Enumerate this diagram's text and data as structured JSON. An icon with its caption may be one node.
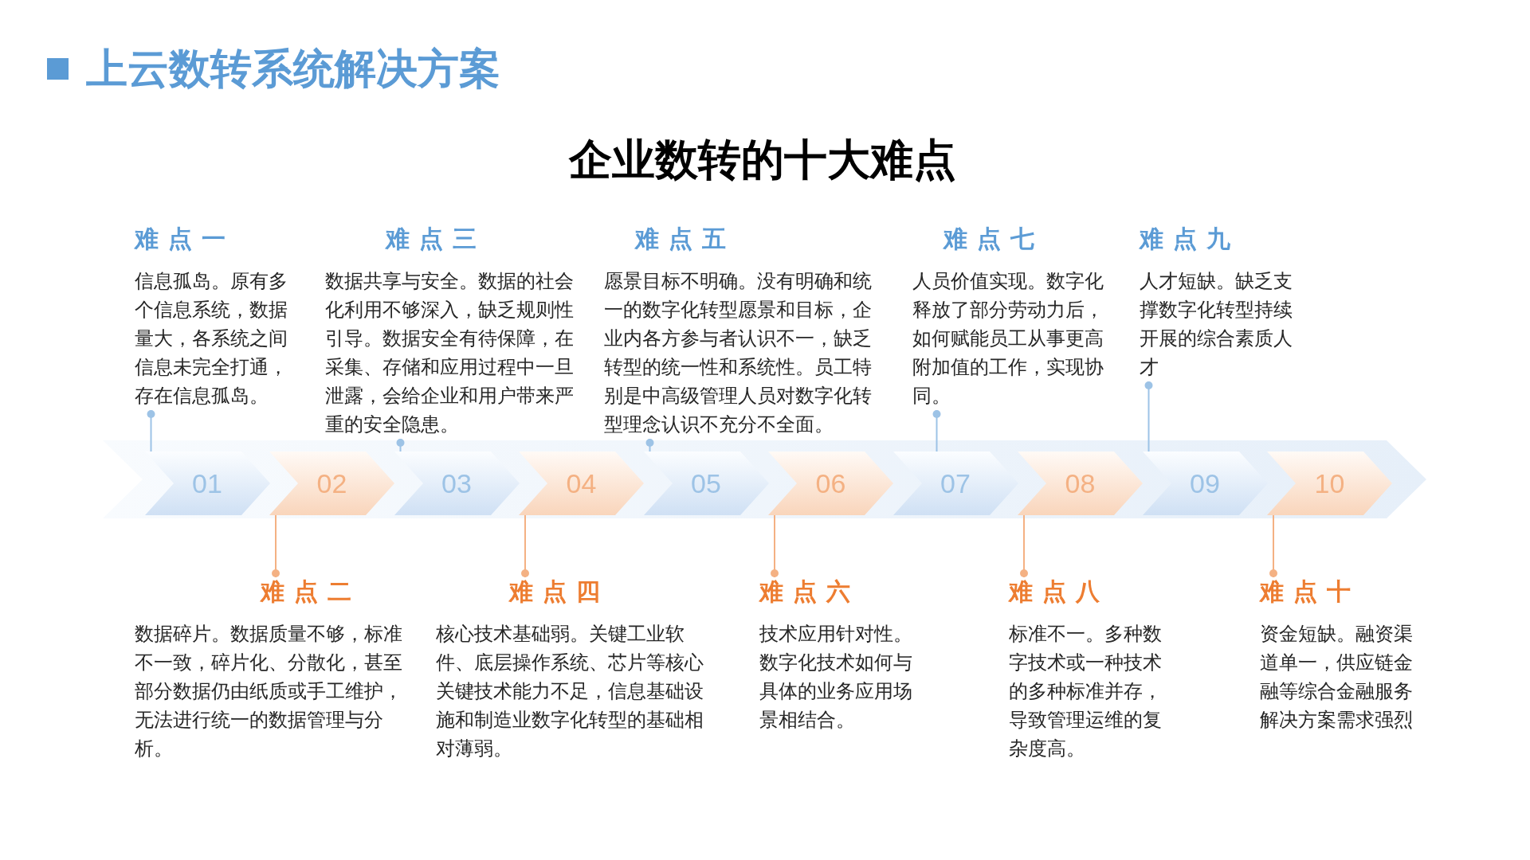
{
  "diagram": {
    "title": "企业数转的十大难点",
    "nodes": [
      {
        "text": [
          "难点一",
          "信息孤岛。原有多个信息系统，数据量大，各系统之间信息未完全打通，存在信息孤岛。"
        ]
      },
      {
        "text": [
          "难点三",
          "数据共享与安全。数据的社会化利用不够深入，缺乏规则性引导。数据安全有待保障，在采集、存储和应用过程中一旦泄露，会给企业和用户带来严重的安全隐患。"
        ]
      },
      {
        "text": [
          "难点五",
          "愿景目标不明确。没有明确和统一的数字化转型愿景和目标，企业内各方参与者认识不一，缺乏转型的统一性和系统性。员工特别是中高级管理人员对数字化转型理念认识不充分不全面。"
        ]
      },
      {
        "text": [
          "难点七",
          "人员价值实现。数字化释放了部分劳动力后，如何赋能员工从事更高附加值的工作，实现协同。"
        ]
      },
      {
        "text": [
          "难点九",
          "人才短缺。缺乏支撑数字化转型持续开展的综合素质人才"
        ]
      },
      {
        "text": [
          "01"
        ]
      },
      {
        "text": [
          "02"
        ]
      },
      {
        "text": [
          "03"
        ]
      },
      {
        "text": [
          "04"
        ]
      },
      {
        "text": [
          "05"
        ]
      },
      {
        "text": [
          "06"
        ]
      },
      {
        "text": [
          "07"
        ]
      },
      {
        "text": [
          "08"
        ]
      },
      {
        "text": [
          "09"
        ]
      },
      {
        "text": [
          "10"
        ]
      },
      {
        "text": [
          "难点二",
          "数据碎片。数据质量不够，标准不一致，碎片化、分散化，甚至部分数据仍由纸质或手工维护，无法进行统一的数据管理与分析。"
        ]
      },
      {
        "text": [
          "难点四",
          "核心技术基础弱。关键工业软件、底层操作系统、芯片等核心关键技术能力不足，信息基础设施和制造业数字化转型的基础相对薄弱。"
        ]
      },
      {
        "text": [
          "难点六",
          "技术应用针对性。数字化技术如何与具体的业务应用场景相结合。"
        ]
      },
      {
        "text": [
          "难点八",
          "标准不一。多种数字技术或一种技术的多种标准并存，导致管理运维的复杂度高。"
        ]
      },
      {
        "text": [
          "难点十",
          "资金短缺。融资渠道单一，供应链金融等综合金融服务解决方案需求强烈"
        ]
      }
    ],
    "edges": [
      {
        "from": 0,
        "to": 5,
        "arrow": "other",
        "color": "#9dc3e6"
      },
      {
        "from": 1,
        "to": 7,
        "arrow": "other",
        "color": "#9dc3e6"
      },
      {
        "from": 2,
        "to": 9,
        "arrow": "other",
        "color": "#9dc3e6"
      },
      {
        "from": 3,
        "to": 11,
        "arrow": "other",
        "color": "#9dc3e6"
      },
      {
        "from": 4,
        "to": 13,
        "arrow": "other",
        "color": "#9dc3e6"
      },
      {
        "from": 15,
        "to": 6,
        "arrow": "other",
        "color": "#f4b183"
      },
      {
        "from": 16,
        "to": 8,
        "arrow": "other",
        "color": "#f4b183"
      },
      {
        "from": 17,
        "to": 10,
        "arrow": "other",
        "color": "#f4b183"
      },
      {
        "from": 18,
        "to": 12,
        "arrow": "other",
        "color": "#f4b183"
      },
      {
        "from": 19,
        "to": 14,
        "arrow": "other",
        "color": "#f4b183"
      }
    ],
    "labels": [
      "上云数转系统解决方案"
    ]
  }
}
